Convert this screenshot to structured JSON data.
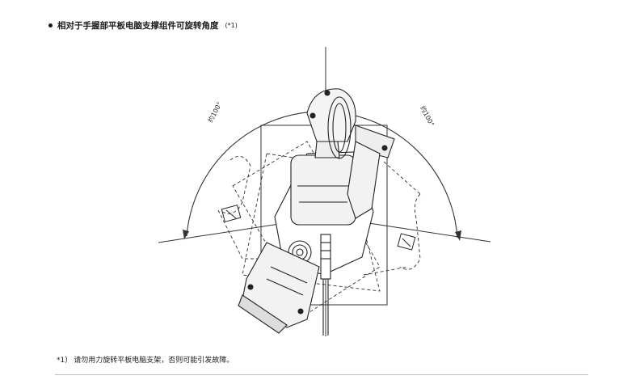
{
  "heading": {
    "text": "相对于手握部平板电脑支撑组件可旋转角度",
    "note_ref": "(*1)"
  },
  "figure": {
    "angle_left": "约100°",
    "angle_right": "约100°"
  },
  "footnote": {
    "mark": "*1）",
    "text": "请勿用力旋转平板电脑支架，否则可能引发故障。"
  }
}
